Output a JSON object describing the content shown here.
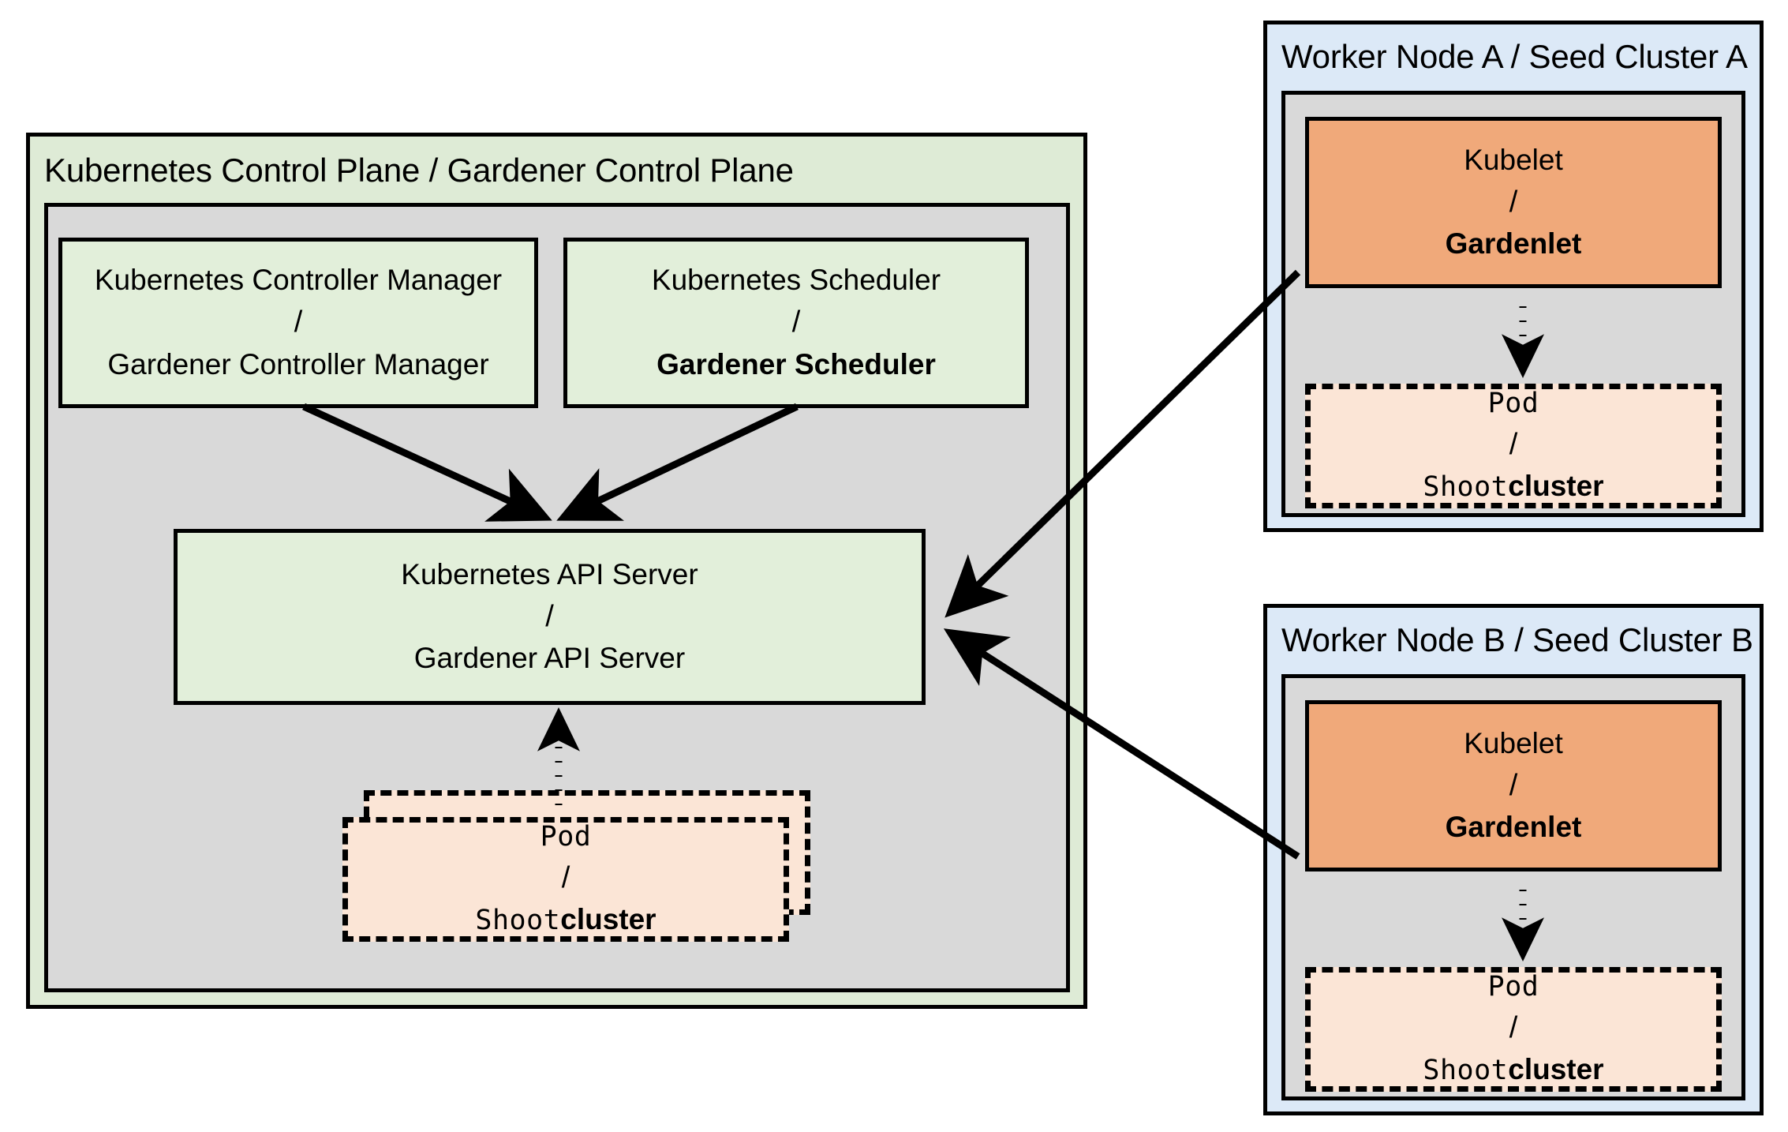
{
  "diagram": {
    "title": "Gardener architecture: Kubernetes Control Plane vs Gardener Control Plane",
    "colors": {
      "control_plane_outer": "#DEEBD6",
      "component_green": "#E2EFDA",
      "inner_gray": "#D9D9D9",
      "worker_node_blue": "#DCE9F7",
      "kubelet_orange": "#F0A97A",
      "pod_peach": "#FBE5D6",
      "stroke": "#000000"
    }
  },
  "control_plane": {
    "title": "Kubernetes Control Plane / Gardener Control Plane",
    "controller_manager": {
      "line1": "Kubernetes Controller Manager",
      "separator": "/",
      "line2": "Gardener Controller Manager",
      "line2_bold": false
    },
    "scheduler": {
      "line1": "Kubernetes Scheduler",
      "separator": "/",
      "line2": "Gardener Scheduler",
      "line2_bold": true
    },
    "api_server": {
      "line1": "Kubernetes API Server",
      "separator": "/",
      "line2": "Gardener API Server",
      "line2_bold": false
    },
    "pod": {
      "line1": "Pod",
      "separator": "/",
      "line2_mono": "Shoot",
      "line2_bold": "cluster"
    }
  },
  "worker_nodes": [
    {
      "title": "Worker Node A / Seed Cluster A",
      "kubelet": {
        "line1": "Kubelet",
        "separator": "/",
        "line2": "Gardenlet",
        "line2_bold": true
      },
      "pod": {
        "line1": "Pod",
        "separator": "/",
        "line2_mono": "Shoot",
        "line2_bold": "cluster"
      }
    },
    {
      "title": "Worker Node B / Seed Cluster B",
      "kubelet": {
        "line1": "Kubelet",
        "separator": "/",
        "line2": "Gardenlet",
        "line2_bold": true
      },
      "pod": {
        "line1": "Pod",
        "separator": "/",
        "line2_mono": "Shoot",
        "line2_bold": "cluster"
      }
    }
  ],
  "connections": [
    {
      "name": "controller-manager-to-api-server",
      "style": "solid",
      "direction": "down-right"
    },
    {
      "name": "scheduler-to-api-server",
      "style": "solid",
      "direction": "down-left"
    },
    {
      "name": "pod-to-api-server",
      "style": "dotted",
      "direction": "up"
    },
    {
      "name": "gardenlet-a-to-api-server",
      "style": "solid",
      "direction": "left"
    },
    {
      "name": "gardenlet-b-to-api-server",
      "style": "solid",
      "direction": "left"
    },
    {
      "name": "gardenlet-a-to-pod-a",
      "style": "dotted",
      "direction": "down"
    },
    {
      "name": "gardenlet-b-to-pod-b",
      "style": "dotted",
      "direction": "down"
    }
  ]
}
